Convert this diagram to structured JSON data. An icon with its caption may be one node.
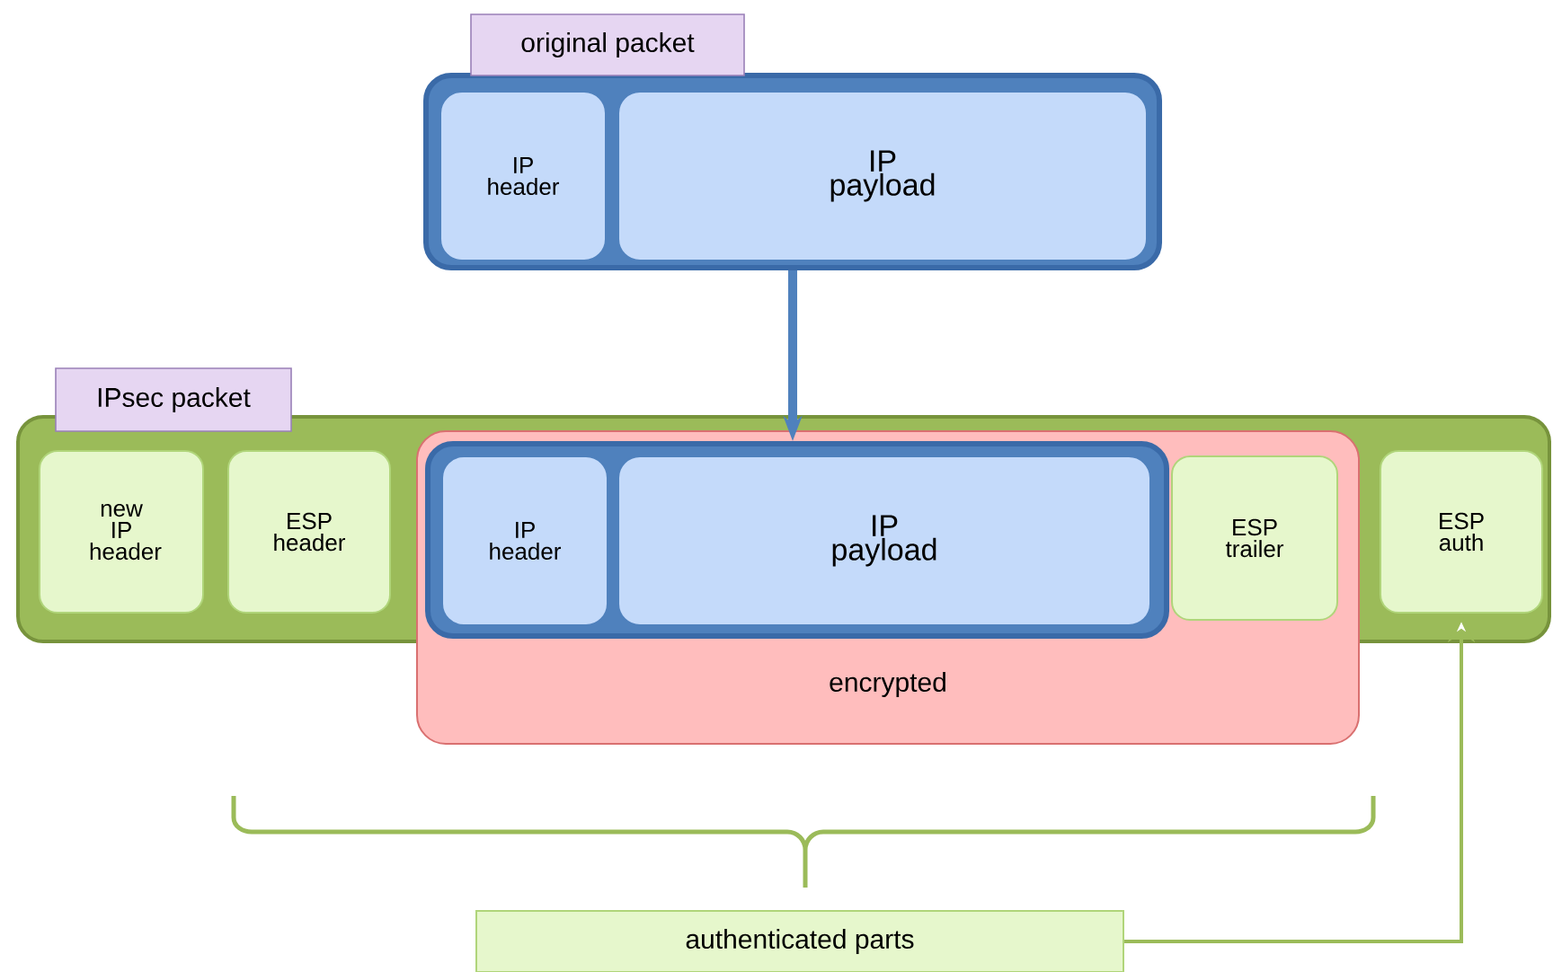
{
  "diagram": {
    "nodes": [
      {
        "text": [
          "original packet"
        ]
      },
      {
        "text": [
          "IP header"
        ],
        "in": 0
      },
      {
        "text": [
          "IP payload"
        ],
        "in": 0
      },
      {
        "text": [
          "IPsec packet"
        ]
      },
      {
        "text": [
          "new IP header"
        ],
        "in": 3
      },
      {
        "text": [
          "ESP header"
        ],
        "in": 3
      },
      {
        "text": [
          "encrypted"
        ]
      },
      {
        "text": [],
        "shape": "box"
      },
      {
        "text": [
          "IP header"
        ],
        "in": 7
      },
      {
        "text": [
          "IP payload"
        ],
        "in": 7
      },
      {
        "text": [
          "ESP trailer"
        ]
      },
      {
        "text": [
          "ESP auth"
        ],
        "in": 3
      },
      {
        "text": [
          "authenticated parts"
        ]
      }
    ],
    "edges": [
      {
        "from": 0,
        "to": 7,
        "arrow": "to",
        "style": "thick",
        "color": "#4f81bd"
      },
      {
        "from": 12,
        "to": 11,
        "arrow": "to",
        "color": "#9bbb59"
      }
    ]
  }
}
